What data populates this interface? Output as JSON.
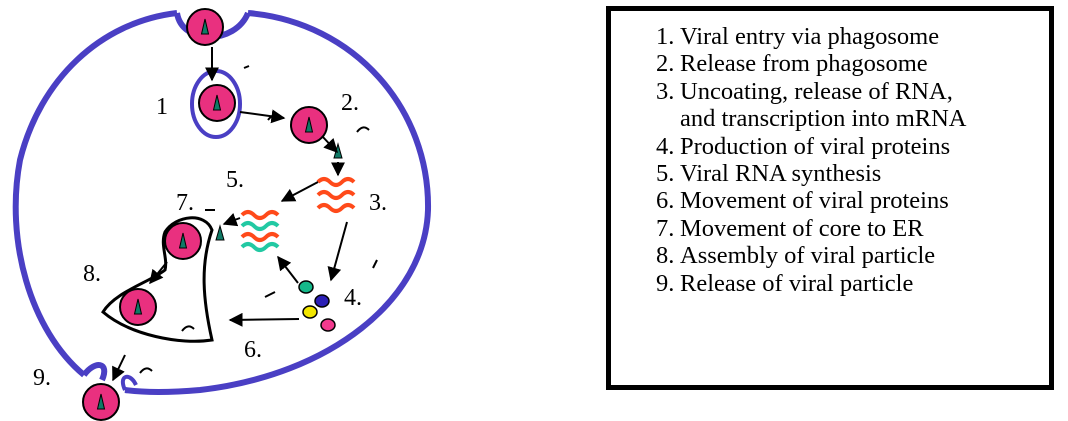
{
  "colors": {
    "cell_membrane": "#4a3fc4",
    "virus_fill": "#e9307f",
    "virus_core": "#0f7a66",
    "rna": "#ff4a1a",
    "rna_duplex": "#22c9a3",
    "protein_green": "#15b98a",
    "protein_blue": "#2b1fb5",
    "protein_yellow": "#f2e600",
    "protein_pink": "#f23a8e",
    "outline": "#000000"
  },
  "icons": [
    "virus-particle-icon",
    "rna-strand-icon",
    "viral-protein-icon",
    "arrow-icon"
  ],
  "diagram": {
    "step_labels": {
      "s1": "1",
      "s2": "2.",
      "s3": "3.",
      "s4": "4.",
      "s5": "5.",
      "s6": "6.",
      "s7": "7.",
      "s8": "8.",
      "s9": "9."
    }
  },
  "legend": {
    "items": [
      {
        "num": "1.",
        "text": "Viral entry via phagosome"
      },
      {
        "num": "2.",
        "text": "Release from phagosome"
      },
      {
        "num": "3.",
        "text": "Uncoating, release of RNA,"
      },
      {
        "num": "",
        "text": "and transcription into mRNA"
      },
      {
        "num": "4.",
        "text": "Production of viral proteins"
      },
      {
        "num": "5.",
        "text": "Viral RNA synthesis"
      },
      {
        "num": "6.",
        "text": "Movement of viral proteins"
      },
      {
        "num": "7.",
        "text": "Movement of core to ER"
      },
      {
        "num": "8.",
        "text": "Assembly of viral particle"
      },
      {
        "num": "9.",
        "text": "Release of viral particle"
      }
    ]
  }
}
